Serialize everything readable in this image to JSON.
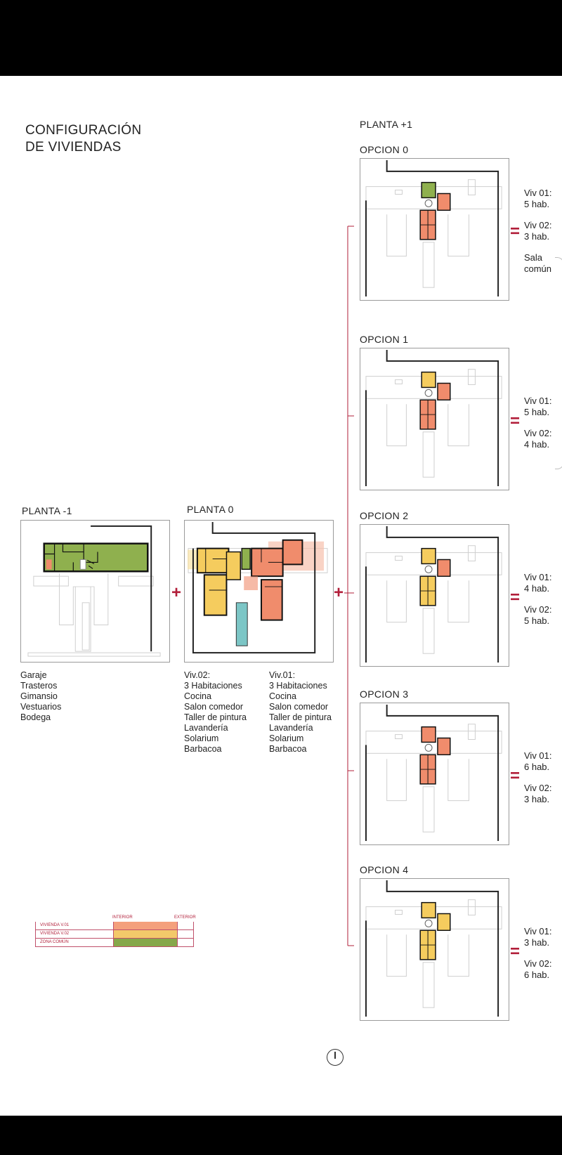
{
  "title": {
    "line1": "CONFIGURACIÓN",
    "line2": "DE VIVIENDAS"
  },
  "planta_menos1": {
    "label": "PLANTA -1",
    "items": [
      "Garaje",
      "Trasteros",
      "Gimansio",
      "Vestuarios",
      "Bodega"
    ]
  },
  "planta0": {
    "label": "PLANTA 0",
    "viv02": [
      "Viv.02:",
      "3 Habitaciones",
      "Cocina",
      "Salon comedor",
      "Taller de pintura",
      "Lavandería",
      "Solarium",
      "Barbacoa"
    ],
    "viv01": [
      "Viv.01:",
      "3 Habitaciones",
      "Cocina",
      "Salon comedor",
      "Taller de pintura",
      "Lavandería",
      "Solarium",
      "Barbacoa"
    ]
  },
  "planta1": {
    "label": "PLANTA +1",
    "options": [
      {
        "label": "OPCION 0",
        "viv01": "Viv 01:",
        "viv01_hab": "5 hab.",
        "viv02": "Viv 02:",
        "viv02_hab": "3 hab.",
        "extra1": "Sala",
        "extra2": "común"
      },
      {
        "label": "OPCION 1",
        "viv01": "Viv 01:",
        "viv01_hab": "5 hab.",
        "viv02": "Viv 02:",
        "viv02_hab": "4 hab."
      },
      {
        "label": "OPCION 2",
        "viv01": "Viv 01:",
        "viv01_hab": "4 hab.",
        "viv02": "Viv 02:",
        "viv02_hab": "5 hab."
      },
      {
        "label": "OPCION 3",
        "viv01": "Viv 01:",
        "viv01_hab": "6 hab.",
        "viv02": "Viv 02:",
        "viv02_hab": "3 hab."
      },
      {
        "label": "OPCION 4",
        "viv01": "Viv 01:",
        "viv01_hab": "3 hab.",
        "viv02": "Viv 02:",
        "viv02_hab": "6 hab."
      }
    ]
  },
  "symbols": {
    "plus": "+",
    "equals": "="
  },
  "legend": {
    "col_interior": "INTERIOR",
    "col_exterior": "EXTERIOR",
    "rows": [
      {
        "name": "VIVIENDA V.01",
        "color": "#f4a07c"
      },
      {
        "name": "VIVIENDA V.02",
        "color": "#f3c96a"
      },
      {
        "name": "ZONA COMÚN",
        "color": "#86a84a"
      }
    ]
  },
  "colors": {
    "viv01": "#f08c6c",
    "viv02": "#f5cc5e",
    "comun": "#8fb04e",
    "pool": "#7cc6c6",
    "accent": "#b21f3a"
  }
}
